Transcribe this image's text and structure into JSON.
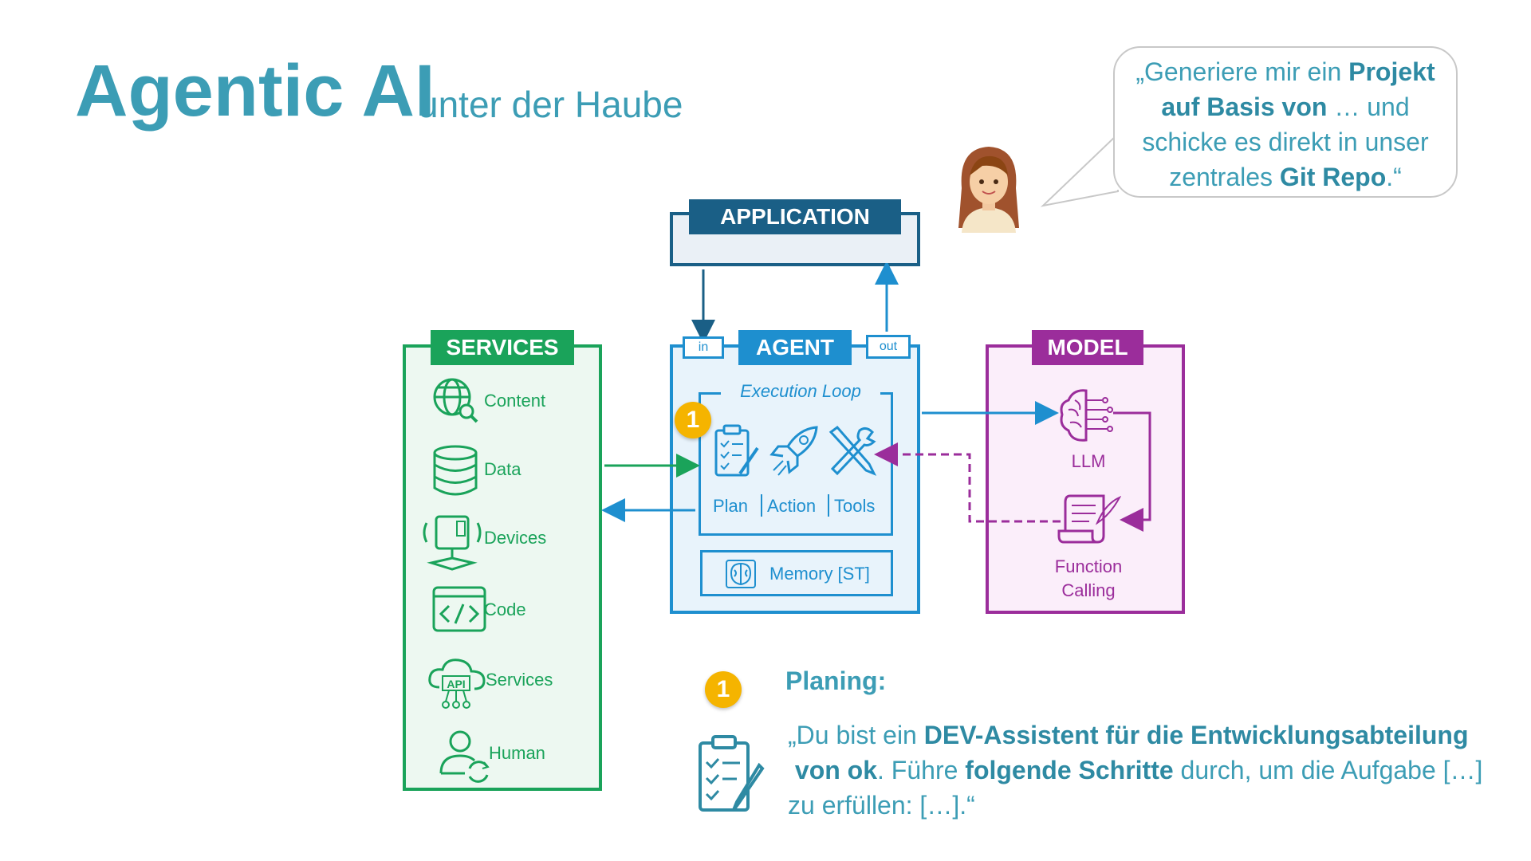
{
  "title": {
    "main": "Agentic AI",
    "sub": "unter der Haube"
  },
  "speech_bubble": {
    "p1": "„Generiere mir ein ",
    "b1": "Projekt",
    "b2": "auf Basis von",
    "p2": " … und",
    "p3": "schicke es direkt in unser",
    "p4": "zentrales ",
    "b3": "Git Repo",
    "p5": ".“"
  },
  "application": {
    "label": "APPLICATION"
  },
  "agent": {
    "label": "AGENT",
    "in_label": "in",
    "out_label": "out",
    "loop_label": "Execution Loop",
    "plan_label": "Plan",
    "action_label": "Action",
    "tools_label": "Tools",
    "memory_label": "Memory [ST]",
    "badge": "1"
  },
  "services": {
    "label": "SERVICES",
    "items": [
      {
        "label": "Content",
        "icon": "globe-search-icon"
      },
      {
        "label": "Data",
        "icon": "database-icon"
      },
      {
        "label": "Devices",
        "icon": "device-icon"
      },
      {
        "label": "Code",
        "icon": "code-icon"
      },
      {
        "label": "Services",
        "icon": "cloud-api-icon"
      },
      {
        "label": "Human",
        "icon": "person-icon"
      }
    ]
  },
  "model": {
    "label": "MODEL",
    "llm_label": "LLM",
    "fc_line1": "Function",
    "fc_line2": "Calling"
  },
  "planing": {
    "badge": "1",
    "heading": "Planing:",
    "q_open": "„Du bist ein ",
    "b1": "DEV-Assistent für die Entwicklungsabteilung",
    "b2": "von ok",
    "t1": ". Führe ",
    "b3": "folgende  Schritte",
    "t2": " durch, um die Aufgabe […]",
    "t3": "zu erfüllen: […].“"
  },
  "colors": {
    "teal": "#3c9db5",
    "navy": "#1a5f86",
    "agent_blue": "#1e8fcf",
    "services_green": "#1aa35a",
    "model_purple": "#9b2d9b",
    "badge_yellow": "#f5b400"
  }
}
